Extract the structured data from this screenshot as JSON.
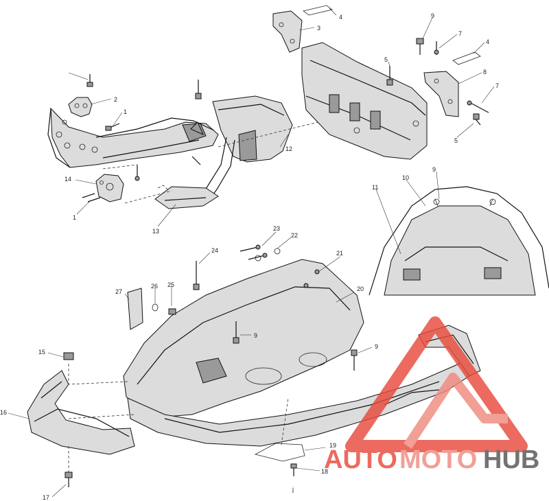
{
  "callouts": [
    {
      "id": "c1a",
      "text": "1"
    },
    {
      "id": "c1b",
      "text": "1"
    },
    {
      "id": "c2",
      "text": "2"
    },
    {
      "id": "c3",
      "text": "3"
    },
    {
      "id": "c4a",
      "text": "4"
    },
    {
      "id": "c4b",
      "text": "4"
    },
    {
      "id": "c5a",
      "text": "5"
    },
    {
      "id": "c5b",
      "text": "5"
    },
    {
      "id": "c7a",
      "text": "7"
    },
    {
      "id": "c7b",
      "text": "7"
    },
    {
      "id": "c8",
      "text": "8"
    },
    {
      "id": "c9a",
      "text": "9"
    },
    {
      "id": "c9b",
      "text": "9"
    },
    {
      "id": "c9c",
      "text": "9"
    },
    {
      "id": "c9d",
      "text": "9"
    },
    {
      "id": "c10",
      "text": "10"
    },
    {
      "id": "c11",
      "text": "11"
    },
    {
      "id": "c12",
      "text": "12"
    },
    {
      "id": "c13",
      "text": "13"
    },
    {
      "id": "c14",
      "text": "14"
    },
    {
      "id": "c15",
      "text": "15"
    },
    {
      "id": "c16",
      "text": "16"
    },
    {
      "id": "c17",
      "text": "17"
    },
    {
      "id": "c18",
      "text": "18"
    },
    {
      "id": "c19",
      "text": "19"
    },
    {
      "id": "c20",
      "text": "20"
    },
    {
      "id": "c21",
      "text": "21"
    },
    {
      "id": "c22",
      "text": "22"
    },
    {
      "id": "c23",
      "text": "23"
    },
    {
      "id": "c24",
      "text": "24"
    },
    {
      "id": "c25",
      "text": "25"
    },
    {
      "id": "c26",
      "text": "26"
    },
    {
      "id": "c27",
      "text": "27"
    }
  ],
  "watermark": {
    "word_a": "AUTO",
    "word_b": "MOTO",
    "word_c": "HUB",
    "color_primary": "#e84a3c",
    "color_secondary": "#f08a80",
    "color_dark": "#555555"
  },
  "footer_mark": "j"
}
